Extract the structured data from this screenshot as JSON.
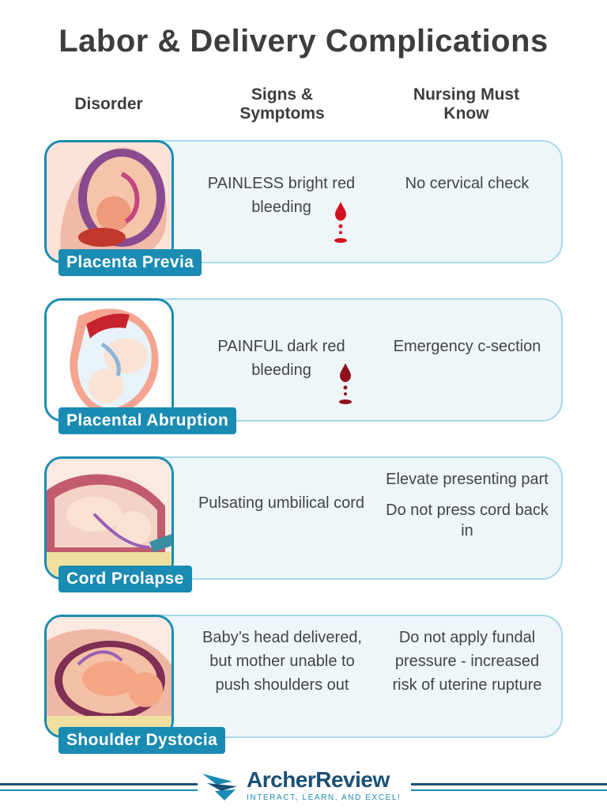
{
  "title": "Labor & Delivery Complications",
  "columns": {
    "disorder": "Disorder",
    "signs": "Signs & Symptoms",
    "nursing": "Nursing Must Know"
  },
  "rows": [
    {
      "name": "Placenta Previa",
      "signs": "PAINLESS bright red bleeding",
      "nursing": [
        "No cervical check"
      ],
      "drop_color": "#d3101e"
    },
    {
      "name": "Placental Abruption",
      "signs": "PAINFUL dark red bleeding",
      "nursing": [
        "Emergency c-section"
      ],
      "drop_color": "#8e1119"
    },
    {
      "name": "Cord Prolapse",
      "signs": "Pulsating umbilical cord",
      "nursing": [
        "Elevate presenting part",
        "Do not press cord back in"
      ]
    },
    {
      "name": "Shoulder Dystocia",
      "signs": "Baby’s head delivered, but mother unable to push shoulders out",
      "nursing": [
        "Do not apply fundal pressure - increased risk of uterine rupture"
      ]
    }
  ],
  "brand": {
    "name": "ArcherReview",
    "tagline": "INTERACT, LEARN, AND EXCEL!",
    "logo_icon": "archer-arrow-icon",
    "primary_color": "#1a8bb2",
    "dark_color": "#1a4f75"
  }
}
